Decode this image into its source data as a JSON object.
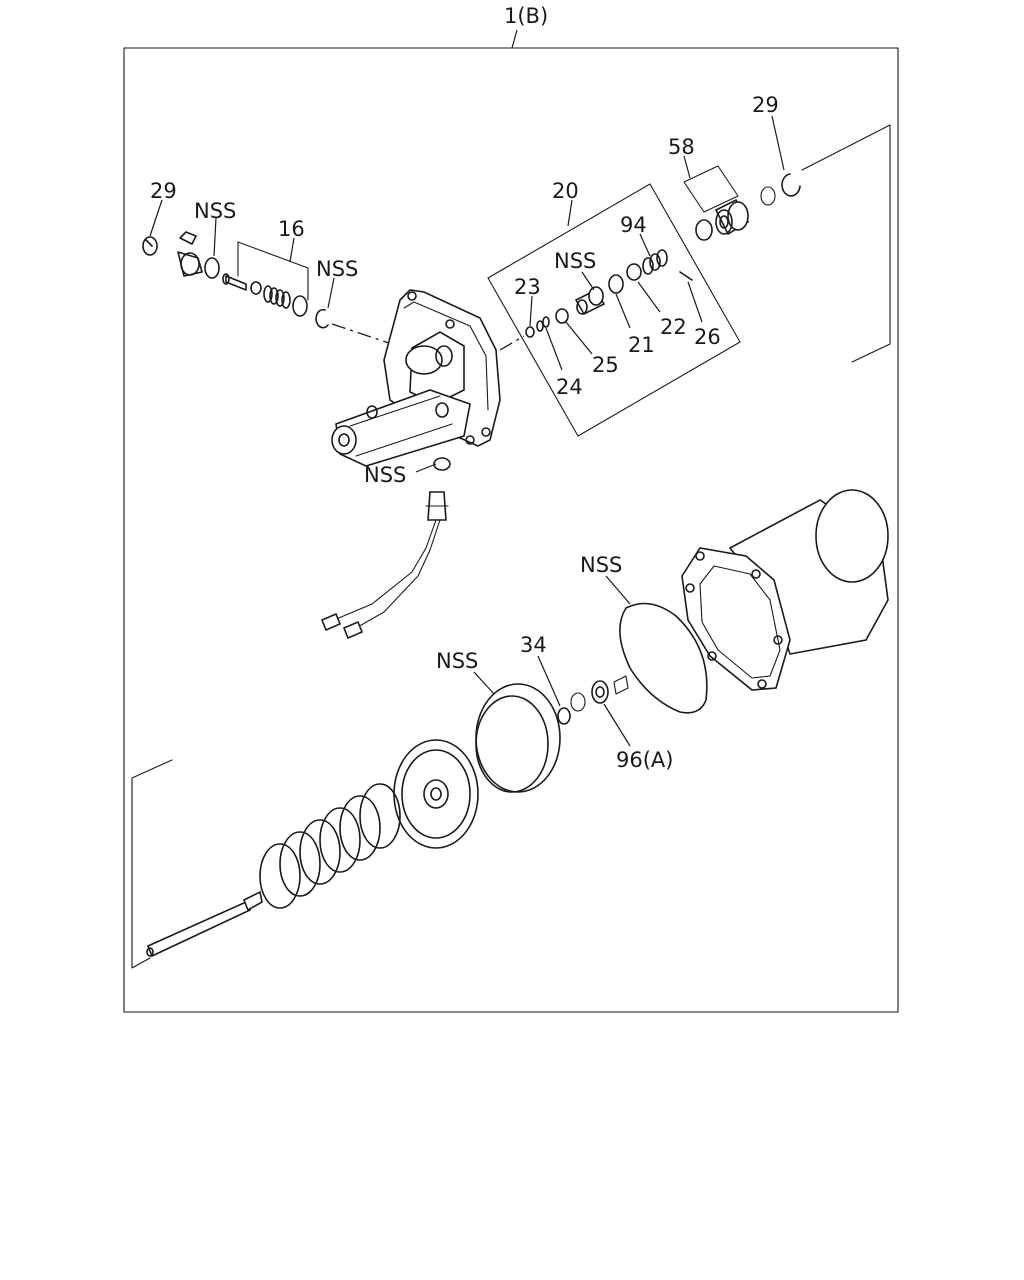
{
  "assembly_label": "1(B)",
  "labels": {
    "p29_left": "29",
    "nss_a": "NSS",
    "p16": "16",
    "nss_b": "NSS",
    "p20": "20",
    "nss_c": "NSS",
    "p94": "94",
    "p23": "23",
    "p21": "21",
    "p22": "22",
    "p26": "26",
    "p25": "25",
    "p24": "24",
    "p58": "58",
    "p29_right": "29",
    "nss_d": "NSS",
    "nss_e": "NSS",
    "nss_f": "NSS",
    "p34": "34",
    "p96a": "96(A)"
  }
}
